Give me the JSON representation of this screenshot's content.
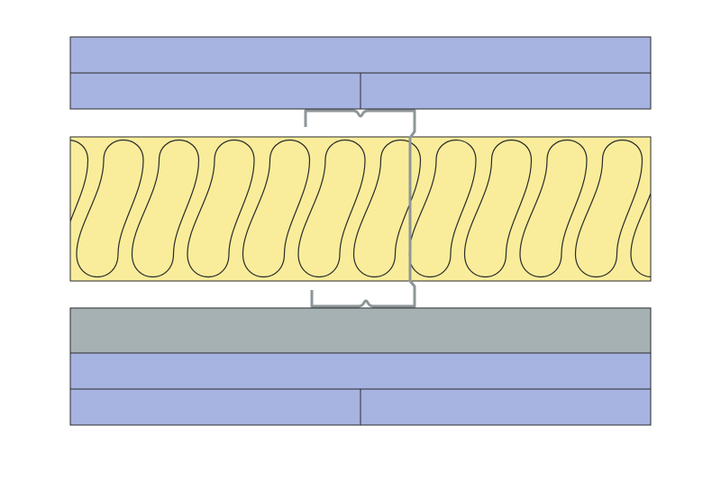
{
  "diagram": {
    "type": "wall-section",
    "colors": {
      "board": "#a7b3e0",
      "core_board": "#a6b1b4",
      "insulation": "#f9ed9b",
      "stud": "#8e9698",
      "outline": "#2b2b2b"
    },
    "layers": [
      "board",
      "board-split",
      "stud-cavity-insulation",
      "core-board",
      "board",
      "board-split"
    ]
  }
}
